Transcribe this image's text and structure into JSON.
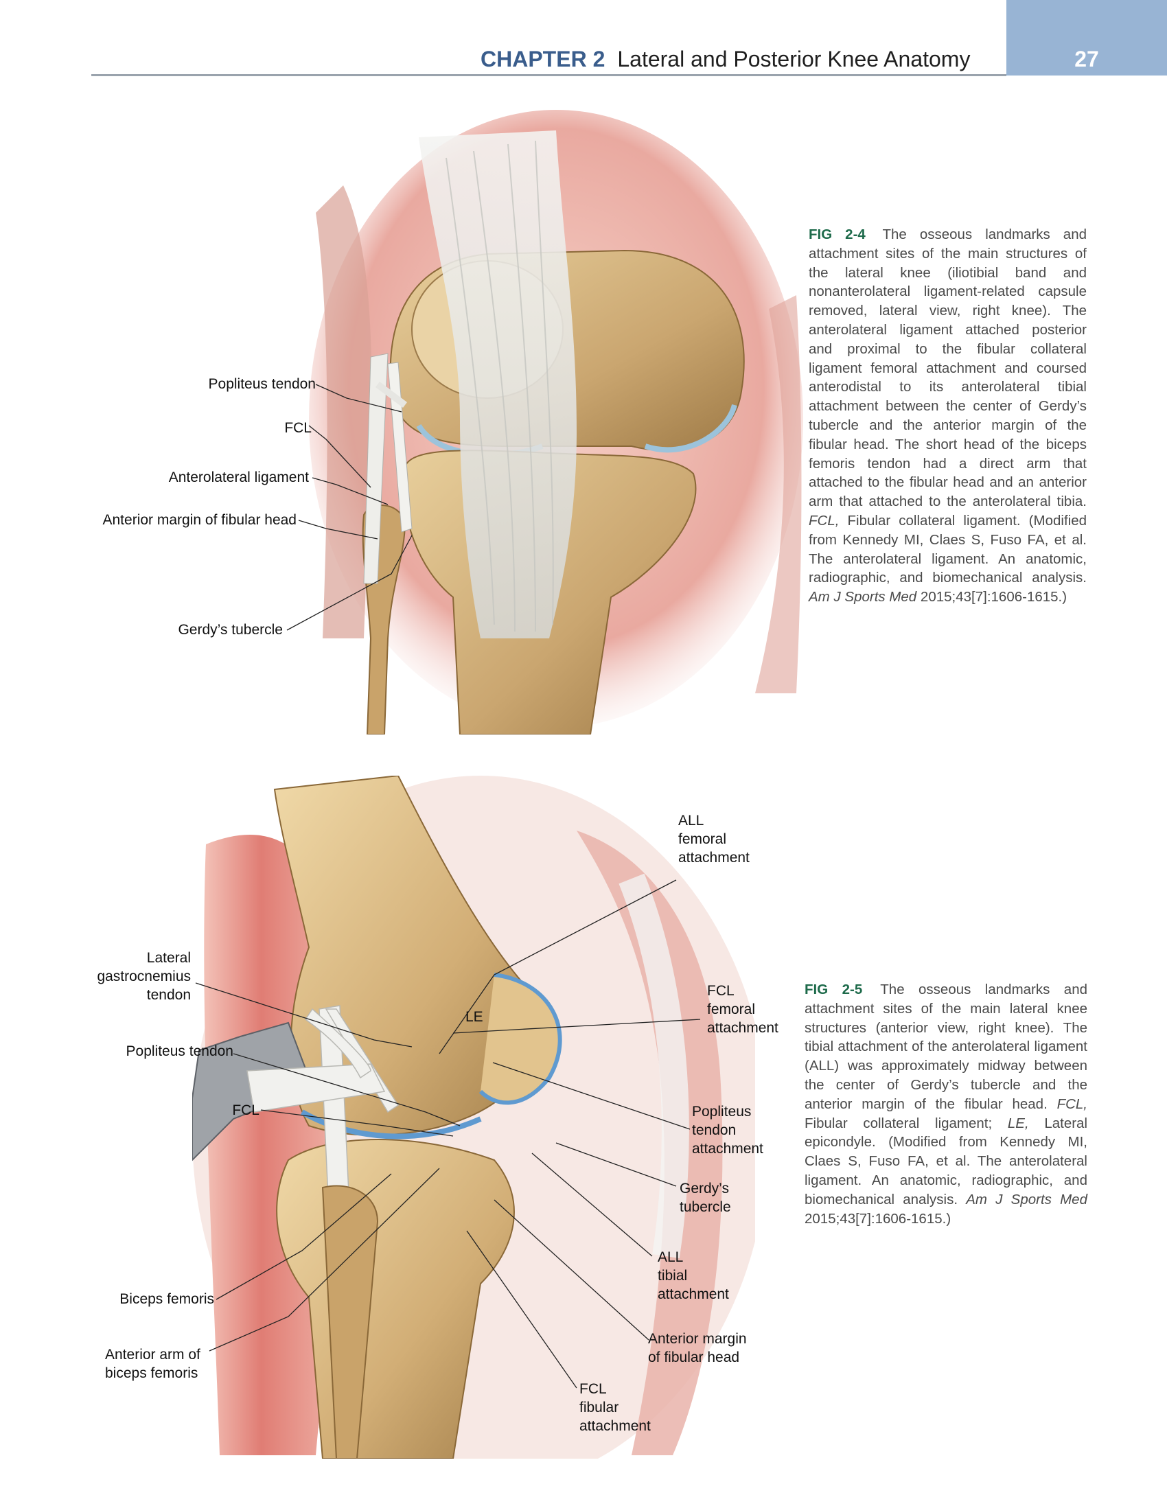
{
  "header": {
    "chapter": "CHAPTER 2",
    "title": "Lateral and Posterior Knee Anatomy",
    "page_number": "27"
  },
  "figure_top": {
    "labels": {
      "popliteus_tendon": "Popliteus tendon",
      "fcl": "FCL",
      "anterolateral_ligament": "Anterolateral ligament",
      "anterior_margin_fibular_head": "Anterior margin of fibular head",
      "gerdys_tubercle": "Gerdy’s tubercle"
    },
    "caption": {
      "label": "FIG 2-4",
      "text": "The osseous landmarks and attachment sites of the main structures of the lateral knee (iliotibial band and nonanterolateral ligament-related capsule removed, lateral view, right knee). The anterolateral ligament attached posterior and proximal to the fibular collateral ligament femoral attachment and coursed anterodistal to its anterolateral tibial attachment between the center of Gerdy’s tubercle and the anterior margin of the fibular head. The short head of the biceps femoris tendon had a direct arm that attached to the fibular head and an anterior arm that attached to the anterolateral tibia.",
      "abbrev": "FCL,",
      "abbrev_def": "Fibular collateral ligament. (Modified from Kennedy MI, Claes S, Fuso FA, et al. The anterolateral ligament. An anatomic, radiographic, and biomechanical analysis.",
      "journal": "Am J Sports Med",
      "citation": "2015;43[7]:1606-1615.)"
    }
  },
  "figure_bottom": {
    "labels": {
      "all_femoral_1": "ALL",
      "all_femoral_2": "femoral",
      "all_femoral_3": "attachment",
      "lat_gastroc_1": "Lateral",
      "lat_gastroc_2": "gastrocnemius",
      "lat_gastroc_3": "tendon",
      "le": "LE",
      "fcl_femoral_1": "FCL",
      "fcl_femoral_2": "femoral",
      "fcl_femoral_3": "attachment",
      "popliteus_tendon": "Popliteus tendon",
      "fcl": "FCL",
      "popliteus_attach_1": "Popliteus",
      "popliteus_attach_2": "tendon",
      "popliteus_attach_3": "attachment",
      "gerdys_1": "Gerdy’s",
      "gerdys_2": "tubercle",
      "all_tibial_1": "ALL",
      "all_tibial_2": "tibial",
      "all_tibial_3": "attachment",
      "biceps_femoris": "Biceps femoris",
      "anterior_arm_1": "Anterior arm of",
      "anterior_arm_2": "biceps femoris",
      "ant_margin_1": "Anterior margin",
      "ant_margin_2": "of fibular head",
      "fcl_fibular_1": "FCL",
      "fcl_fibular_2": "fibular",
      "fcl_fibular_3": "attachment"
    },
    "caption": {
      "label": "FIG 2-5",
      "text": "The osseous landmarks and attachment sites of the main lateral knee structures (anterior view, right knee). The tibial attachment of the anterolateral ligament (ALL) was approximately midway between the center of Gerdy’s tubercle and the anterior margin of the fibular head.",
      "abbrev1": "FCL,",
      "abbrev1_def": "Fibular collateral ligament;",
      "abbrev2": "LE,",
      "abbrev2_def": "Lateral epicondyle. (Modified from Kennedy MI, Claes S, Fuso FA, et al. The anterolateral ligament. An anatomic, radiographic, and biomechanical analysis.",
      "journal": "Am J Sports Med",
      "citation": "2015;43[7]:1606-1615.)"
    }
  }
}
